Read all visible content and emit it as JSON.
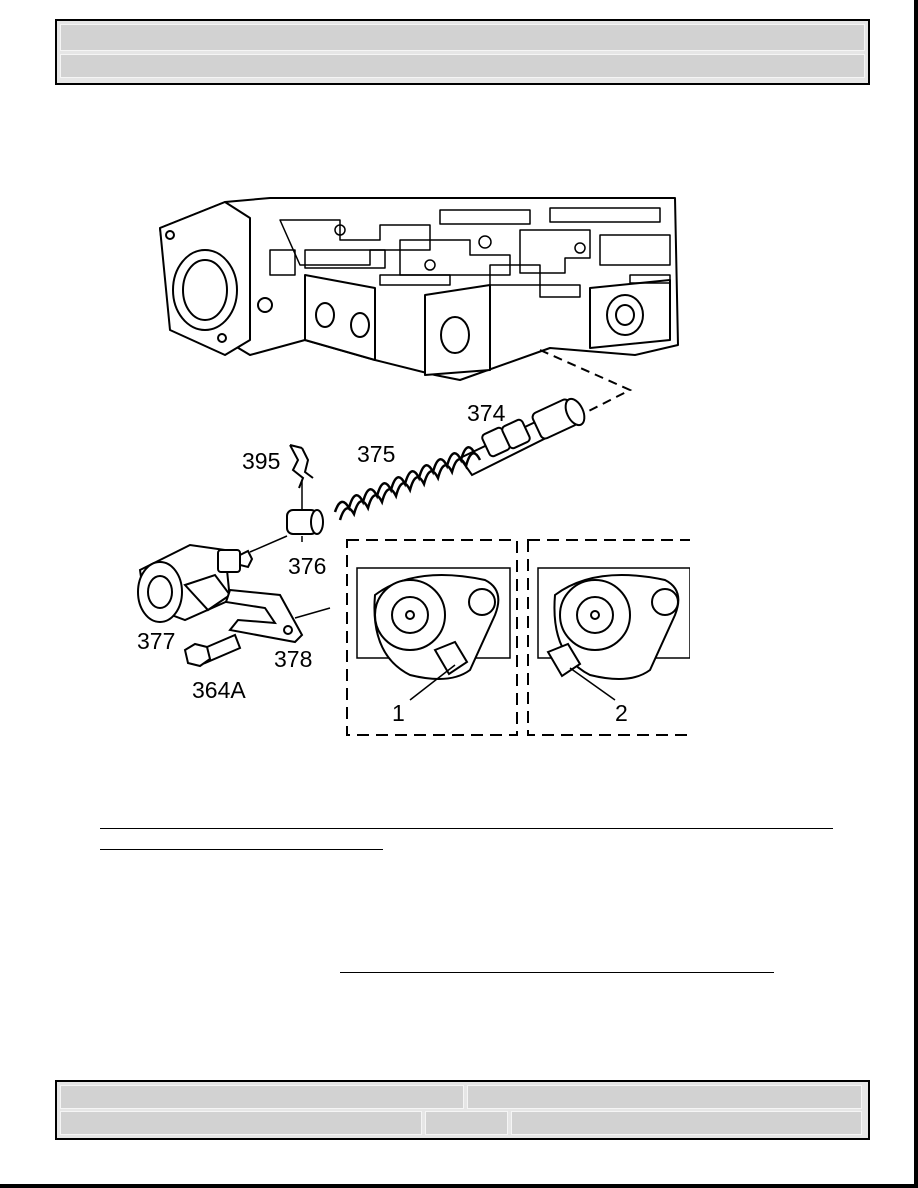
{
  "header": {
    "row1_text": "",
    "row2_text": ""
  },
  "figure": {
    "callouts": {
      "c374": "374",
      "c375": "375",
      "c376": "376",
      "c377": "377",
      "c378": "378",
      "c395": "395",
      "c364a": "364A",
      "view1": "1",
      "view2": "2"
    }
  },
  "footer": {
    "cell_a": "",
    "cell_b": "",
    "cell_c": "",
    "cell_d": "",
    "cell_e": ""
  }
}
